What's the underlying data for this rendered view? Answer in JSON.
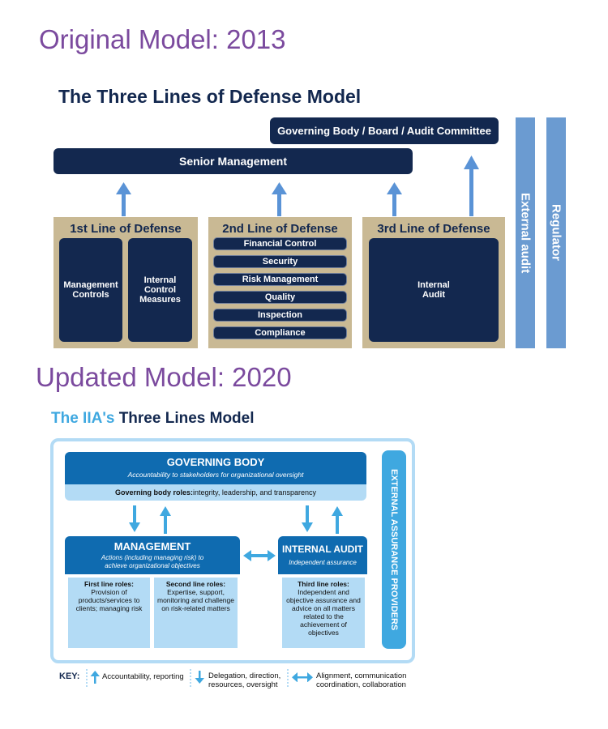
{
  "headings": {
    "original": "Original Model: 2013",
    "updated": "Updated Model: 2020"
  },
  "old_model": {
    "title": "The Three Lines of Defense Model",
    "governing": "Governing Body / Board / Audit Committee",
    "senior": "Senior Management",
    "first": {
      "title": "1st Line of Defense",
      "boxes": [
        "Management Controls",
        "Internal Control Measures"
      ]
    },
    "second": {
      "title": "2nd Line of Defense",
      "items": [
        "Financial Control",
        "Security",
        "Risk Management",
        "Quality",
        "Inspection",
        "Compliance"
      ]
    },
    "third": {
      "title": "3rd Line of Defense",
      "box": "Internal Audit"
    },
    "external_audit": "External audit",
    "regulator": "Regulator"
  },
  "new_model": {
    "title_prefix": "The IIA's",
    "title_main": "Three Lines Model",
    "governing_title": "GOVERNING BODY",
    "governing_sub": "Accountability to stakeholders for organizational oversight",
    "governing_roles_bold": "Governing body roles:",
    "governing_roles_text": " integrity, leadership, and transparency",
    "management_title": "MANAGEMENT",
    "management_sub": "Actions (including managing risk) to achieve organizational objectives",
    "first_roles_bold": "First line roles:",
    "first_roles_text": "Provision of products/services to clients; managing risk",
    "second_roles_bold": "Second line roles:",
    "second_roles_text": "Expertise, support, monitoring and challenge on risk-related matters",
    "audit_title": "INTERNAL AUDIT",
    "audit_sub": "Independent assurance",
    "third_roles_bold": "Third line roles:",
    "third_roles_text": "Independent and objective assurance and advice on all matters related to the achievement of objectives",
    "external": "EXTERNAL ASSURANCE PROVIDERS"
  },
  "key": {
    "label": "KEY:",
    "accountability": "Accountability, reporting",
    "delegation": "Delegation, direction, resources, oversight",
    "alignment": "Alignment, communication coordination, collaboration"
  },
  "colors": {
    "purple": "#7b4a9e",
    "navy": "#13284f",
    "tan": "#c9b994",
    "arrow": "#5a93d6",
    "blue": "#0f6bb0",
    "light_blue": "#b3dbf5"
  }
}
